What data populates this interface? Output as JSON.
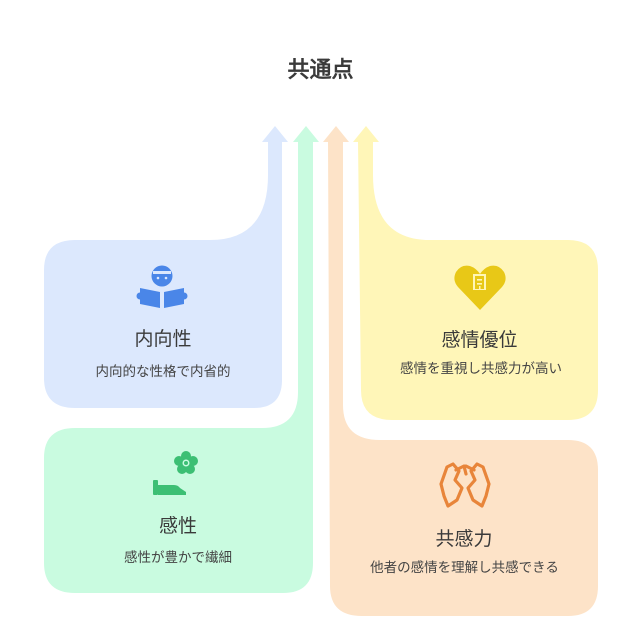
{
  "title": "共通点",
  "colors": {
    "blue": "#dce8fd",
    "green": "#c9fbe0",
    "yellow": "#fff6b8",
    "orange": "#fde3c8",
    "blue_arrow": "#d9e5fc",
    "green_arrow": "#c5f9dc",
    "yellow_arrow": "#fff5b0",
    "orange_arrow": "#fde0c4",
    "blue_icon": "#4a86e8",
    "green_icon": "#3cbf74",
    "yellow_icon": "#e8c817",
    "orange_icon": "#e8853a"
  },
  "cards": {
    "introvert": {
      "title": "内向性",
      "desc": "内向的な性格で内省的",
      "icon": "reader-icon"
    },
    "sensitivity": {
      "title": "感性",
      "desc": "感性が豊かで繊細",
      "icon": "flower-icon"
    },
    "emotion": {
      "title": "感情優位",
      "desc": "感情を重視し共感力が高い",
      "icon": "heart-icon"
    },
    "empathy": {
      "title": "共感力",
      "desc": "他者の感情を理解し共感できる",
      "icon": "hands-icon"
    }
  }
}
